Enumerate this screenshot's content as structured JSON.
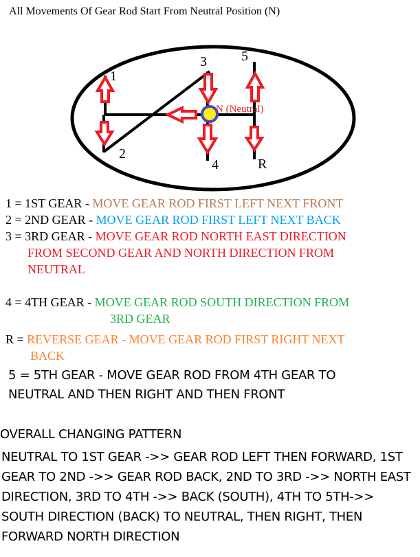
{
  "title": "All Movements Of Gear Rod Start From Neutral Position (N)",
  "diagram": {
    "labels": {
      "g1": "1",
      "g2": "2",
      "g3": "3",
      "g4": "4",
      "g5": "5",
      "reverse": "R",
      "neutral": "N (Neutral)"
    },
    "colors": {
      "outline": "#000000",
      "arrow": "#ee1c24",
      "neutral_ring": "#3f48cc",
      "neutral_fill": "#fff200"
    }
  },
  "gears": [
    {
      "prefix": "1 = 1ST GEAR - ",
      "description": "MOVE GEAR ROD FIRST LEFT  NEXT FRONT",
      "color": "#b97a57"
    },
    {
      "prefix": "2 = 2ND GEAR - ",
      "description": "MOVE GEAR ROD FIRST LEFT  NEXT BACK",
      "color": "#00a2e8"
    },
    {
      "prefix": "3 = 3RD GEAR - ",
      "description_line1": "MOVE GEAR ROD NORTH EAST DIRECTION",
      "description_line2": "FROM SECOND GEAR AND NORTH DIRECTION FROM",
      "description_line3": "NEUTRAL",
      "color": "#ed1c24"
    },
    {
      "prefix": "4 = 4TH GEAR - ",
      "description_line1": "MOVE GEAR ROD SOUTH DIRECTION FROM",
      "description_line2": "3RD GEAR",
      "color": "#22b14c"
    },
    {
      "prefix": "R = ",
      "description_line1": "REVERSE GEAR - MOVE GEAR ROD FIRST RIGHT NEXT",
      "description_line2": "BACK",
      "color": "#ff7f27"
    },
    {
      "line1": "5 = 5TH GEAR - MOVE GEAR ROD FROM 4TH GEAR TO",
      "line2": "NEUTRAL AND THEN RIGHT AND THEN FRONT",
      "color": "#000000"
    }
  ],
  "overall": {
    "heading": "OVERALL CHANGING PATTERN",
    "lines": [
      "NEUTRAL TO 1ST GEAR ->> GEAR ROD LEFT THEN FORWARD, 1ST",
      "GEAR TO 2ND ->> GEAR ROD BACK, 2ND TO 3RD ->> NORTH EAST",
      "DIRECTION, 3RD TO 4TH ->> BACK (SOUTH), 4TH TO 5TH->>",
      "SOUTH DIRECTION (BACK) TO NEUTRAL, THEN RIGHT, THEN",
      "FORWARD NORTH DIRECTION"
    ]
  }
}
